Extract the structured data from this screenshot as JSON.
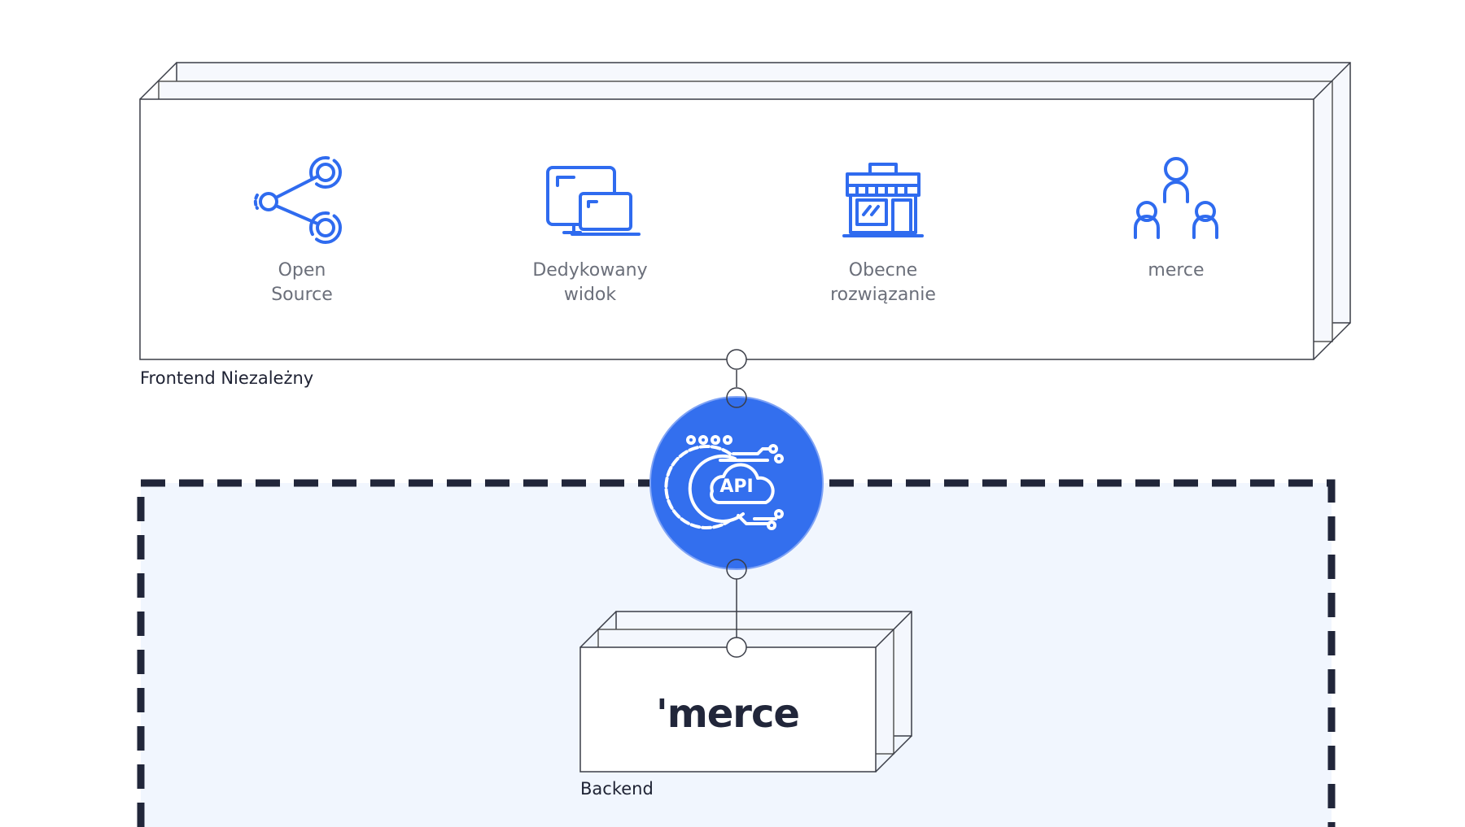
{
  "frontend": {
    "caption": "Frontend Niezależny",
    "items": [
      {
        "icon": "share-icon",
        "line1": "Open",
        "line2": "Source"
      },
      {
        "icon": "devices-icon",
        "line1": "Dedykowany",
        "line2": "widok"
      },
      {
        "icon": "store-icon",
        "line1": "Obecne",
        "line2": "rozwiązanie"
      },
      {
        "icon": "people-icon",
        "line1": "merce",
        "line2": ""
      }
    ]
  },
  "api": {
    "icon": "api-cloud-gear-icon",
    "label": "API"
  },
  "backend": {
    "caption": "Backend",
    "logo": "'merce"
  },
  "colors": {
    "accent": "#2f6bef",
    "api_circle": "#336fee",
    "backend_zone": "#f1f6fe",
    "dash": "#21263a"
  }
}
